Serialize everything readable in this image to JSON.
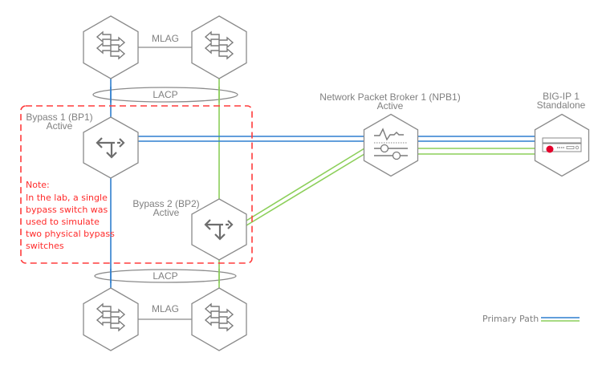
{
  "colors": {
    "primary_blue": "#2f7fcf",
    "primary_green": "#8ccf5a",
    "node_stroke": "#8a8a8a",
    "note_red": "#ff2b2b",
    "label_gray": "#808080"
  },
  "nodes": {
    "switch_top_left": {
      "icon": "switch-arrows-icon"
    },
    "switch_top_right": {
      "icon": "switch-arrows-icon"
    },
    "switch_bottom_left": {
      "icon": "switch-arrows-icon"
    },
    "switch_bottom_right": {
      "icon": "switch-arrows-icon"
    },
    "bp1": {
      "name": "Bypass 1 (BP1)",
      "status": "Active",
      "icon": "bypass-arrows-icon"
    },
    "bp2": {
      "name": "Bypass 2 (BP2)",
      "status": "Active",
      "icon": "bypass-arrows-icon"
    },
    "npb1": {
      "name": "Network Packet Broker 1 (NPB1)",
      "status": "Active",
      "icon": "packet-broker-icon"
    },
    "bigip1": {
      "name": "BIG-IP 1",
      "status": "Standalone",
      "icon": "appliance-icon"
    }
  },
  "links": {
    "mlag_top": "MLAG",
    "mlag_bottom": "MLAG",
    "lacp_top": "LACP",
    "lacp_bottom": "LACP"
  },
  "note": {
    "lines": [
      "Note:",
      "In the lab, a single",
      "bypass switch was",
      "used to simulate",
      "two physical bypass",
      "switches"
    ]
  },
  "legend": {
    "primary_path": "Primary Path"
  }
}
